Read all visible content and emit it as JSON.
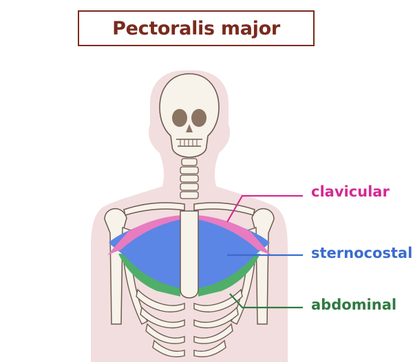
{
  "title": "Pectoralis major",
  "colors": {
    "title": "#7a2a1e",
    "silhouette": "#f2dede",
    "bone": "#f7f2ea",
    "bone_outline": "#6b5a4e",
    "skull_dark": "#8b7462",
    "clavicular": "#e97bc0",
    "sternocostal": "#5b86e5",
    "abdominal": "#4fae6a",
    "label_clavicular": "#d42a92",
    "label_sternocostal": "#3a6ccf",
    "label_abdominal": "#2f7a40"
  },
  "labels": {
    "clavicular": "clavicular",
    "sternocostal": "sternocostal",
    "abdominal": "abdominal"
  }
}
